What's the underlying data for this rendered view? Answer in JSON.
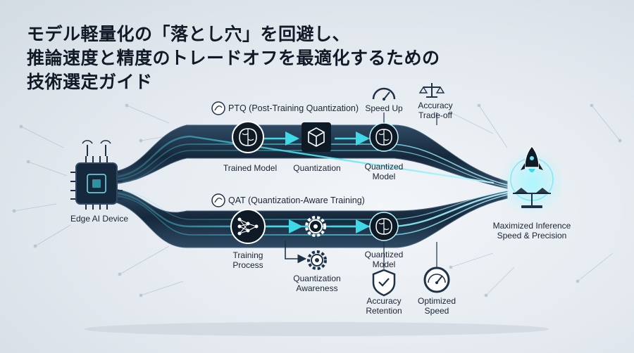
{
  "title": {
    "line1": "モデル軽量化の「落とし穴」を回避し、",
    "line2": "推論速度と精度のトレードオフを最適化するための",
    "line3": "技術選定ガイド"
  },
  "labels": {
    "edge_device": "Edge AI Device",
    "ptq": "PTQ (Post-Training Quantization)",
    "qat": "QAT (Quantization-Aware Training)",
    "trained_model": "Trained Model",
    "quantization": "Quantization",
    "quantized_model_top_1": "Quantized",
    "quantized_model_top_2": "Model",
    "speed_up": "Speed Up",
    "accuracy_tradeoff_1": "Accuracy",
    "accuracy_tradeoff_2": "Trade-off",
    "training_process_1": "Training",
    "training_process_2": "Process",
    "quantization_awareness_1": "Quantization",
    "quantization_awareness_2": "Awareness",
    "quantized_model_bottom_1": "Quantized",
    "quantized_model_bottom_2": "Model",
    "accuracy_retention_1": "Accuracy",
    "accuracy_retention_2": "Retention",
    "optimized_speed_1": "Optimized",
    "optimized_speed_2": "Speed",
    "outcome_1": "Maximized Inference",
    "outcome_2": "Speed & Precision"
  },
  "icons": {
    "chip": "chip-icon",
    "brain": "brain-icon",
    "cube": "cube-icon",
    "gauge": "gauge-icon",
    "scale": "scale-icon",
    "network": "neural-network-icon",
    "gear": "gear-icon",
    "shield": "shield-check-icon",
    "rocket": "rocket-icon"
  },
  "colors": {
    "band": "#1e3247",
    "band_edge": "#34506a",
    "flow": "#3fd8e6",
    "flow_glow": "#8ff2ff",
    "icon_bg": "#0f1a27",
    "title": "#121a28"
  }
}
